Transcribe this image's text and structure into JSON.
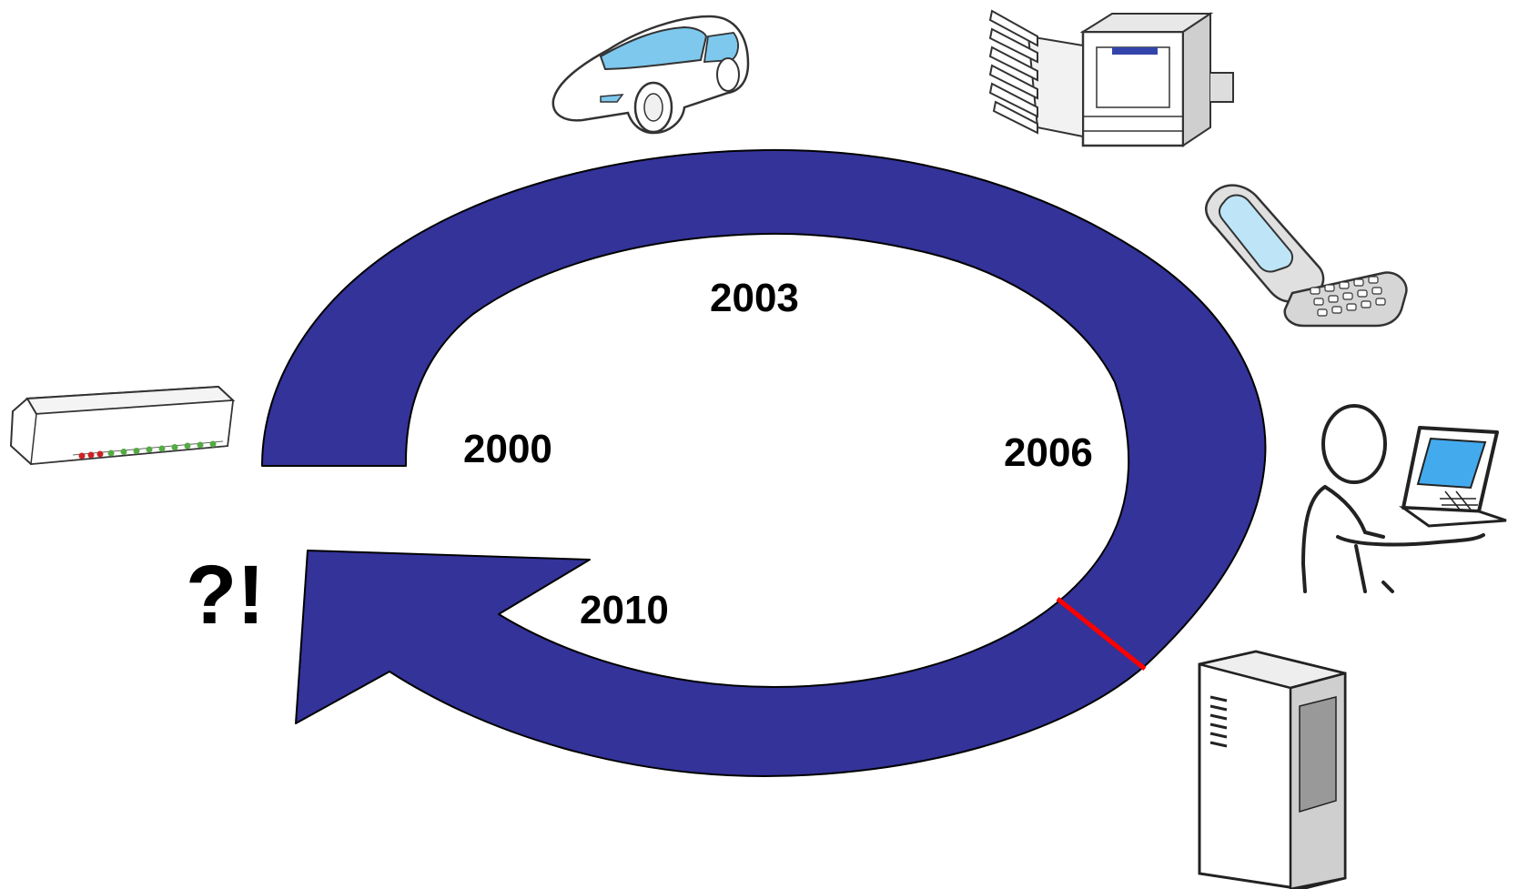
{
  "colors": {
    "arrow_fill": "#333399",
    "arrow_stroke": "#000000",
    "marker_line": "#ff0000",
    "text": "#000000"
  },
  "timeline": {
    "years": [
      "2000",
      "2003",
      "2006",
      "2010"
    ],
    "surprise": "?!"
  },
  "icons": [
    "router-icon",
    "car-icon",
    "copier-icon",
    "flip-phone-icon",
    "person-laptop-icon",
    "server-tower-icon"
  ]
}
